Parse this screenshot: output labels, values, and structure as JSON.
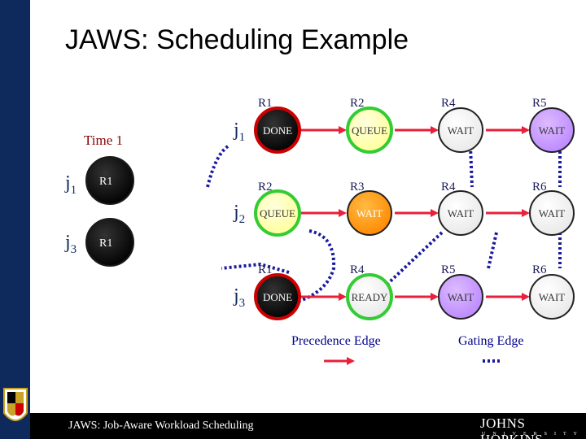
{
  "title": "JAWS: Scheduling Example",
  "time_label": "Time 1",
  "left_jobs": [
    {
      "label": "j",
      "sub": "1",
      "resource": "R1"
    },
    {
      "label": "j",
      "sub": "3",
      "resource": "R1"
    }
  ],
  "rows": [
    {
      "job": "j",
      "sub": "1",
      "nodes": [
        {
          "resource": "R1",
          "status": "DONE"
        },
        {
          "resource": "R2",
          "status": "QUEUE"
        },
        {
          "resource": "R4",
          "status": "WAIT"
        },
        {
          "resource": "R5",
          "status": "WAIT"
        }
      ]
    },
    {
      "job": "j",
      "sub": "2",
      "nodes": [
        {
          "resource": "R2",
          "status": "QUEUE"
        },
        {
          "resource": "R3",
          "status": "WAIT"
        },
        {
          "resource": "R4",
          "status": "WAIT"
        },
        {
          "resource": "R6",
          "status": "WAIT"
        }
      ]
    },
    {
      "job": "j",
      "sub": "3",
      "nodes": [
        {
          "resource": "R1",
          "status": "DONE"
        },
        {
          "resource": "R4",
          "status": "READY"
        },
        {
          "resource": "R5",
          "status": "WAIT"
        },
        {
          "resource": "R6",
          "status": "WAIT"
        }
      ]
    }
  ],
  "legend": {
    "precedence": "Precedence Edge",
    "gating": "Gating Edge"
  },
  "footer": {
    "text": "JAWS: Job-Aware Workload Scheduling",
    "brand": "JOHNS HOPKINS",
    "brand_sub": "UNIVERSITY"
  },
  "colors": {
    "DONE": "#000000",
    "QUEUE": "#ffffaa",
    "WAIT_orange": "#ff9900",
    "WAIT_white": "#ffffff",
    "WAIT_purple": "#cc99ff",
    "READY": "#ffffff",
    "ring_done": "#cc0000",
    "ring_queue": "#33cc33",
    "precedence": "#e8203a",
    "gating": "#1a1aa0"
  }
}
